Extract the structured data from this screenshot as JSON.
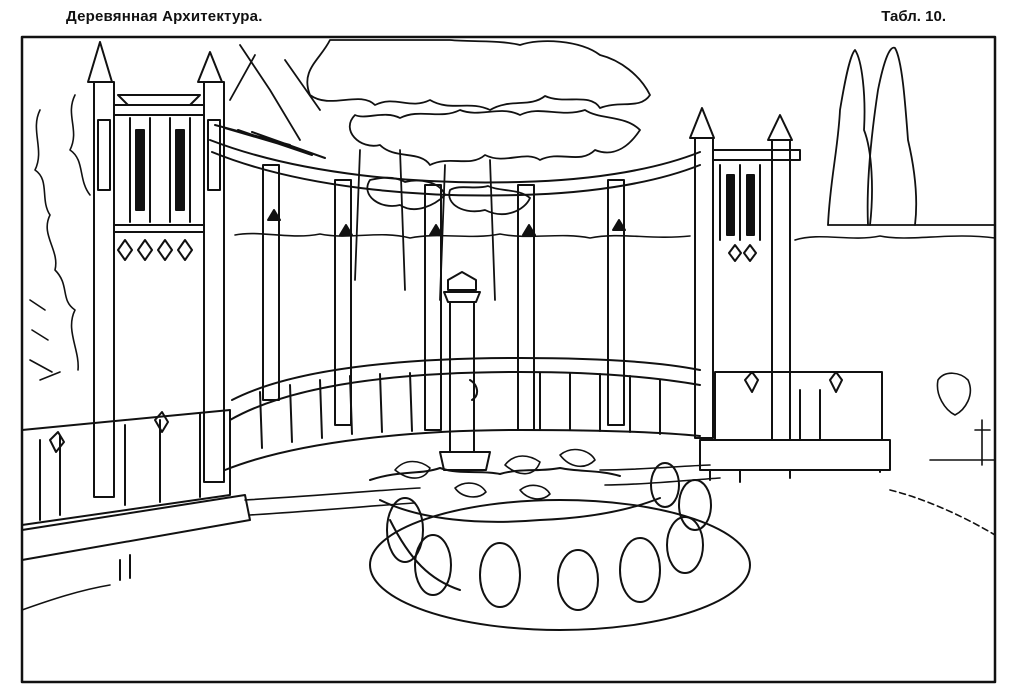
{
  "header": {
    "title": "Деревянная Архитектура.",
    "plate": "Табл. 10."
  },
  "illustration": {
    "subject": "wooden-garden-pergola-with-fountain",
    "ink_color": "#111111",
    "paper_color": "#ffffff"
  }
}
